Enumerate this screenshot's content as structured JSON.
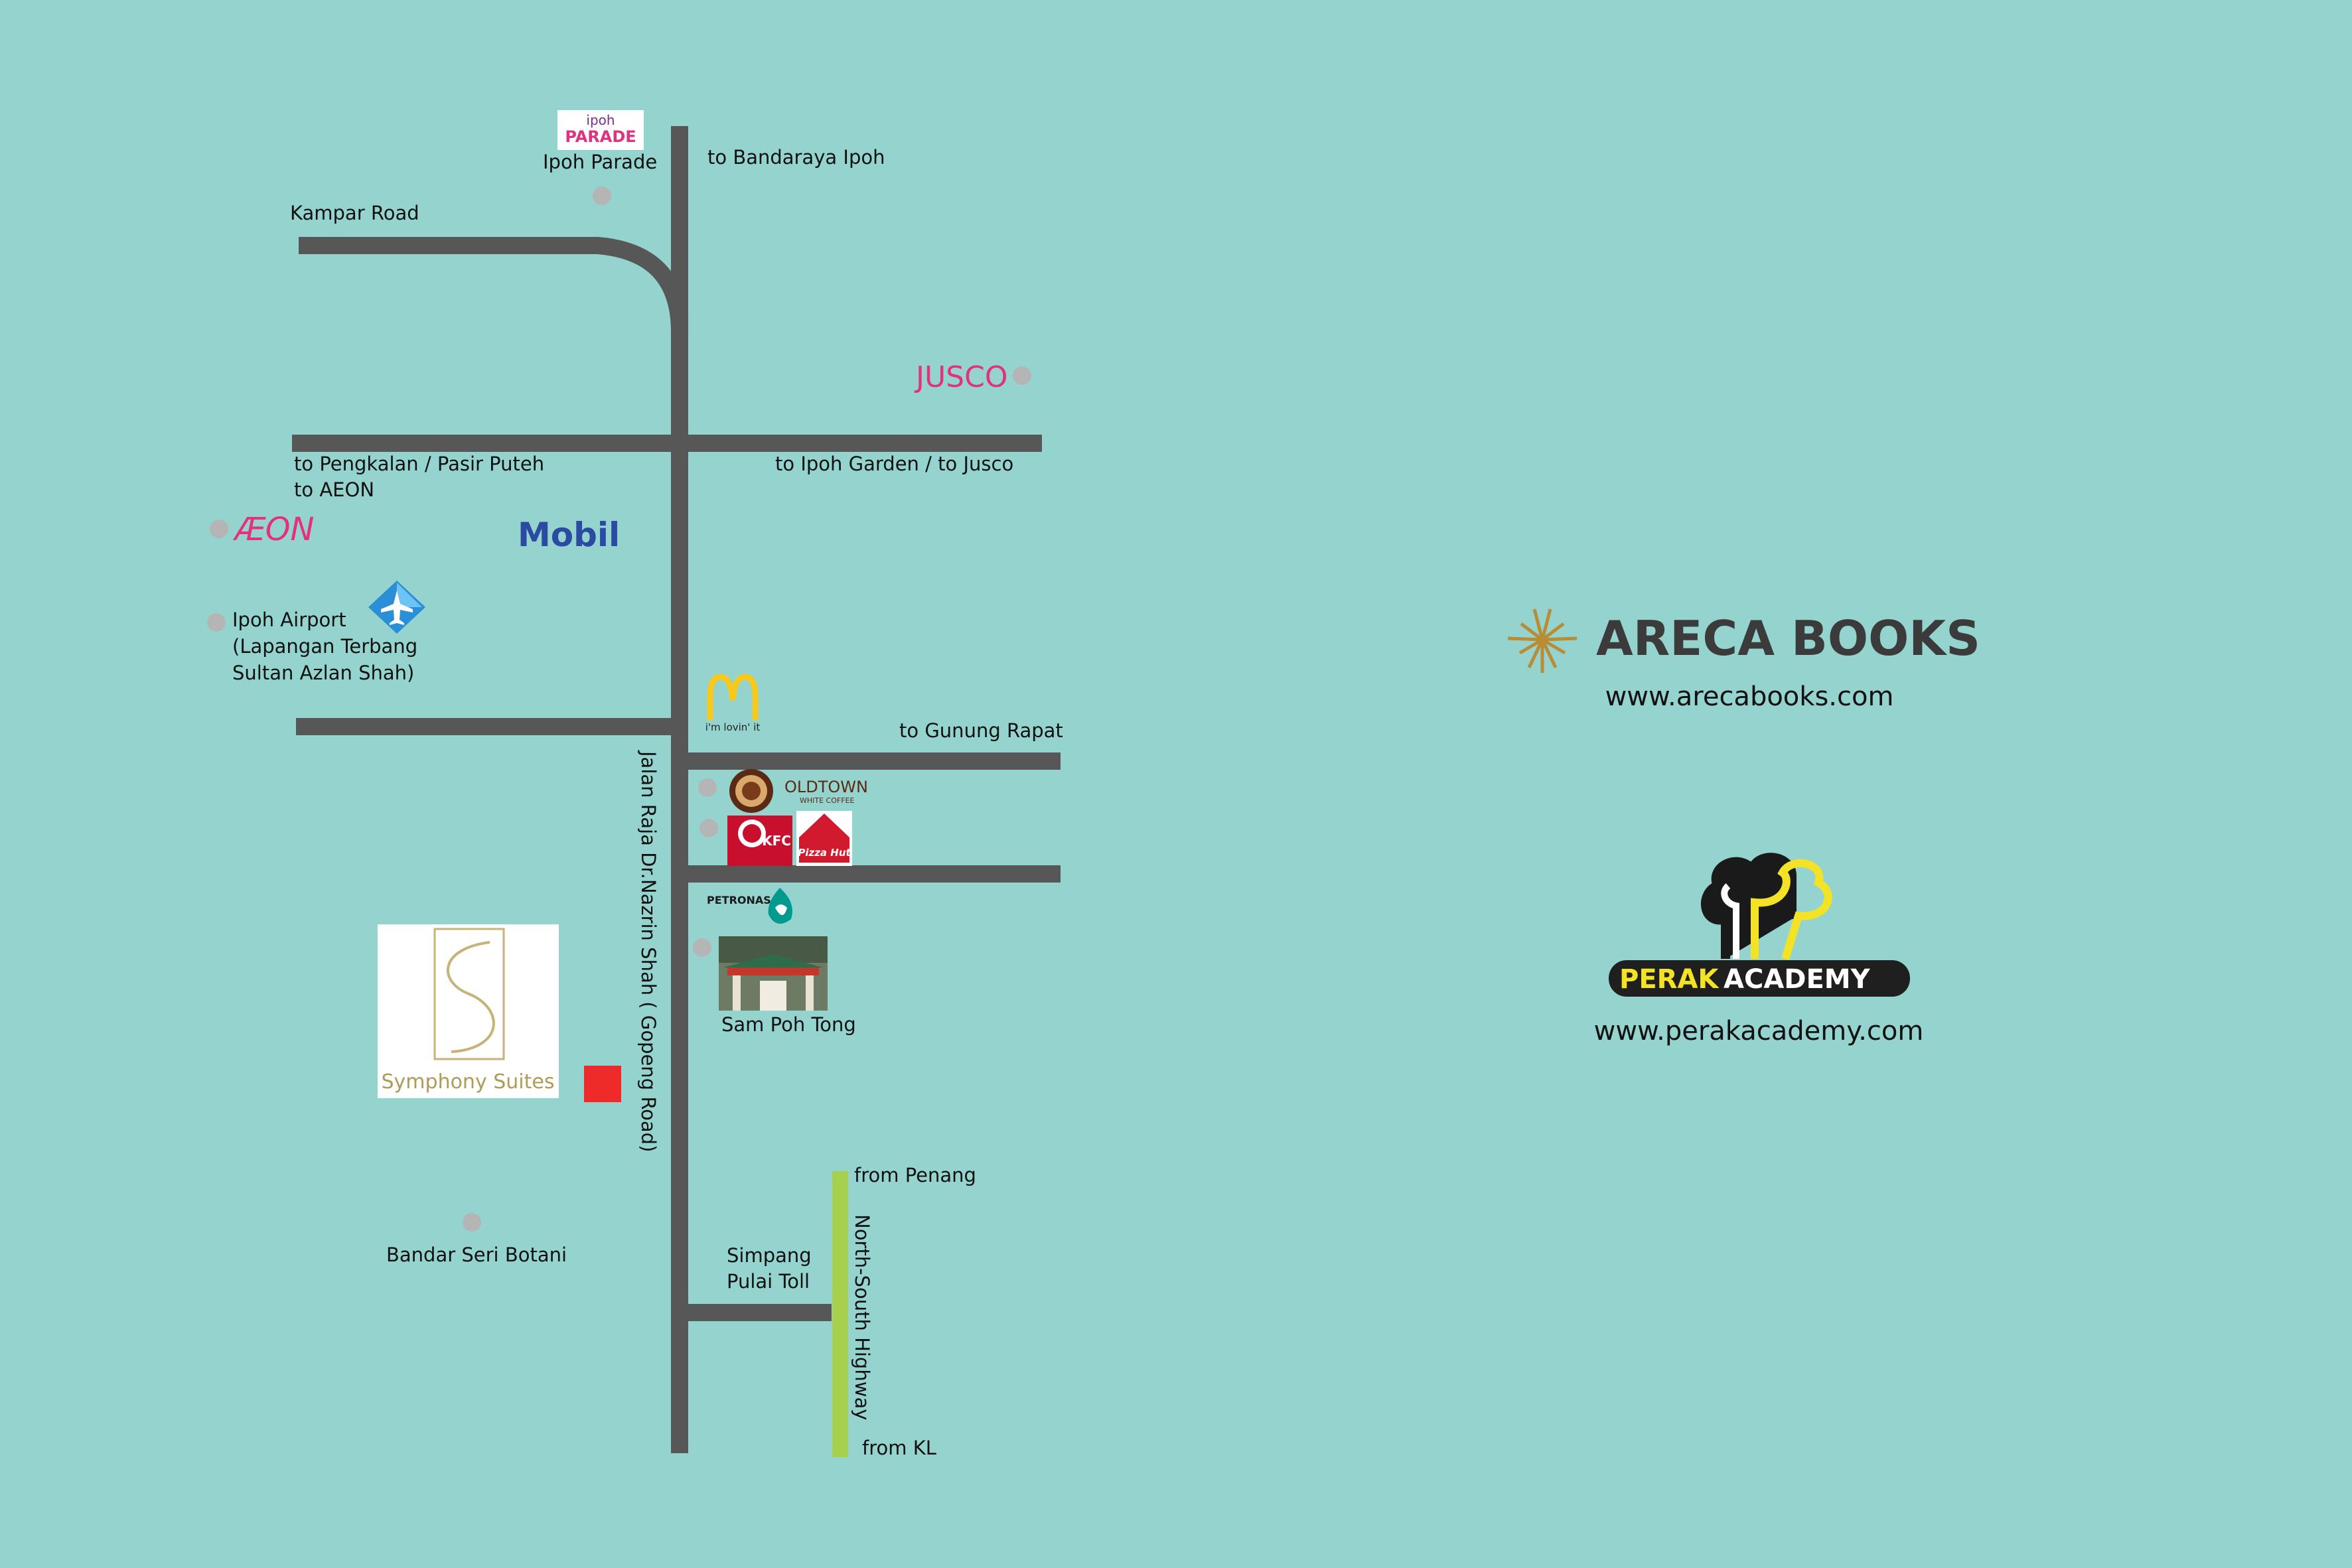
{
  "colors": {
    "background": "#95d3cf",
    "road": "#575757",
    "highway": "#a7d14c",
    "poi_dot": "#b5b5b5",
    "destination_marker": "#ee2a2a",
    "areca_gold": "#b98d35",
    "perak_yellow": "#f4e325",
    "aeon_pink": "#e5307c",
    "mobil_blue": "#2b4aa2"
  },
  "roads": {
    "kampar": "Kampar Road",
    "to_bandaraya": "to Bandaraya Ipoh",
    "pengkalan_line1": "to Pengkalan / Pasir Puteh",
    "pengkalan_line2": "to AEON",
    "ipoh_garden": "to Ipoh Garden / to Jusco",
    "gunung_rapat": "to Gunung Rapat",
    "main_road": "Jalan Raja Dr.Nazrin Shah ( Gopeng Road)",
    "highway": "North-South Highway",
    "from_penang": "from Penang",
    "from_kl": "from KL",
    "toll_line1": "Simpang",
    "toll_line2": "Pulai Toll"
  },
  "places": {
    "ipoh_parade": "Ipoh Parade",
    "airport_line1": "Ipoh Airport",
    "airport_line2": "(Lapangan Terbang",
    "airport_line3": "Sultan Azlan Shah)",
    "sam_poh_tong": "Sam Poh Tong",
    "bandar_seri_botani": "Bandar Seri Botani"
  },
  "logos": {
    "ipoh_parade_top": "ipoh",
    "ipoh_parade_main": "PARADE",
    "jusco": "JUSCO",
    "aeon": "ÆON",
    "mobil": "Mobil",
    "mcdonalds": "M",
    "mcdonalds_tagline": "i'm lovin' it",
    "oldtown": "OLDTOWN",
    "oldtown_sub": "WHITE COFFEE",
    "kfc": "KFC",
    "pizza_hut": "Pizza Hut",
    "petronas": "PETRONAS",
    "symphony_suites": "Symphony Suites"
  },
  "branding": {
    "areca_name": "ARECA BOOKS",
    "areca_url": "www.arecabooks.com",
    "perak_part1": "PERAK",
    "perak_part2": "ACADEMY",
    "perak_url": "www.perakacademy.com"
  }
}
